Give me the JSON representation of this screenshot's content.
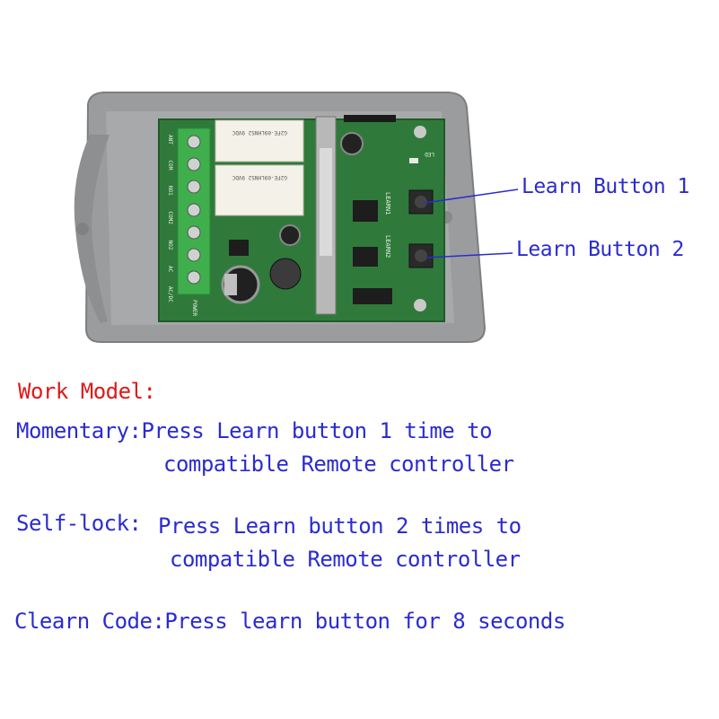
{
  "callouts": {
    "learn1": "Learn Button 1",
    "learn2": "Learn Button 2"
  },
  "board": {
    "relay1_text": "G2FE-09LHNS2 9VDC",
    "relay2_text": "G2FE-09LHNS2 9VDC",
    "learn1_label": "LEARN1",
    "learn2_label": "LEARN2",
    "led_label": "LED",
    "power_label": "POWER",
    "terminal_labels": [
      "ANT",
      "COM",
      "NO1",
      "COM2",
      "NO2",
      "AC",
      "AC/DC"
    ]
  },
  "instructions": {
    "heading": "Work Model:",
    "momentary_line1": "Momentary:Press Learn button 1 time to",
    "momentary_line2": "compatible Remote controller",
    "selflock_label": "Self-lock:",
    "selflock_line1": "Press Learn button 2 times  to",
    "selflock_line2": "compatible Remote controller",
    "clear_line": "Clearn Code:Press learn button for 8 seconds"
  },
  "colors": {
    "text": "#2b2bd0",
    "heading": "#e01818",
    "case": "#9a9c9d",
    "pcb": "#2f7a3a",
    "terminal": "#3fae4c"
  }
}
